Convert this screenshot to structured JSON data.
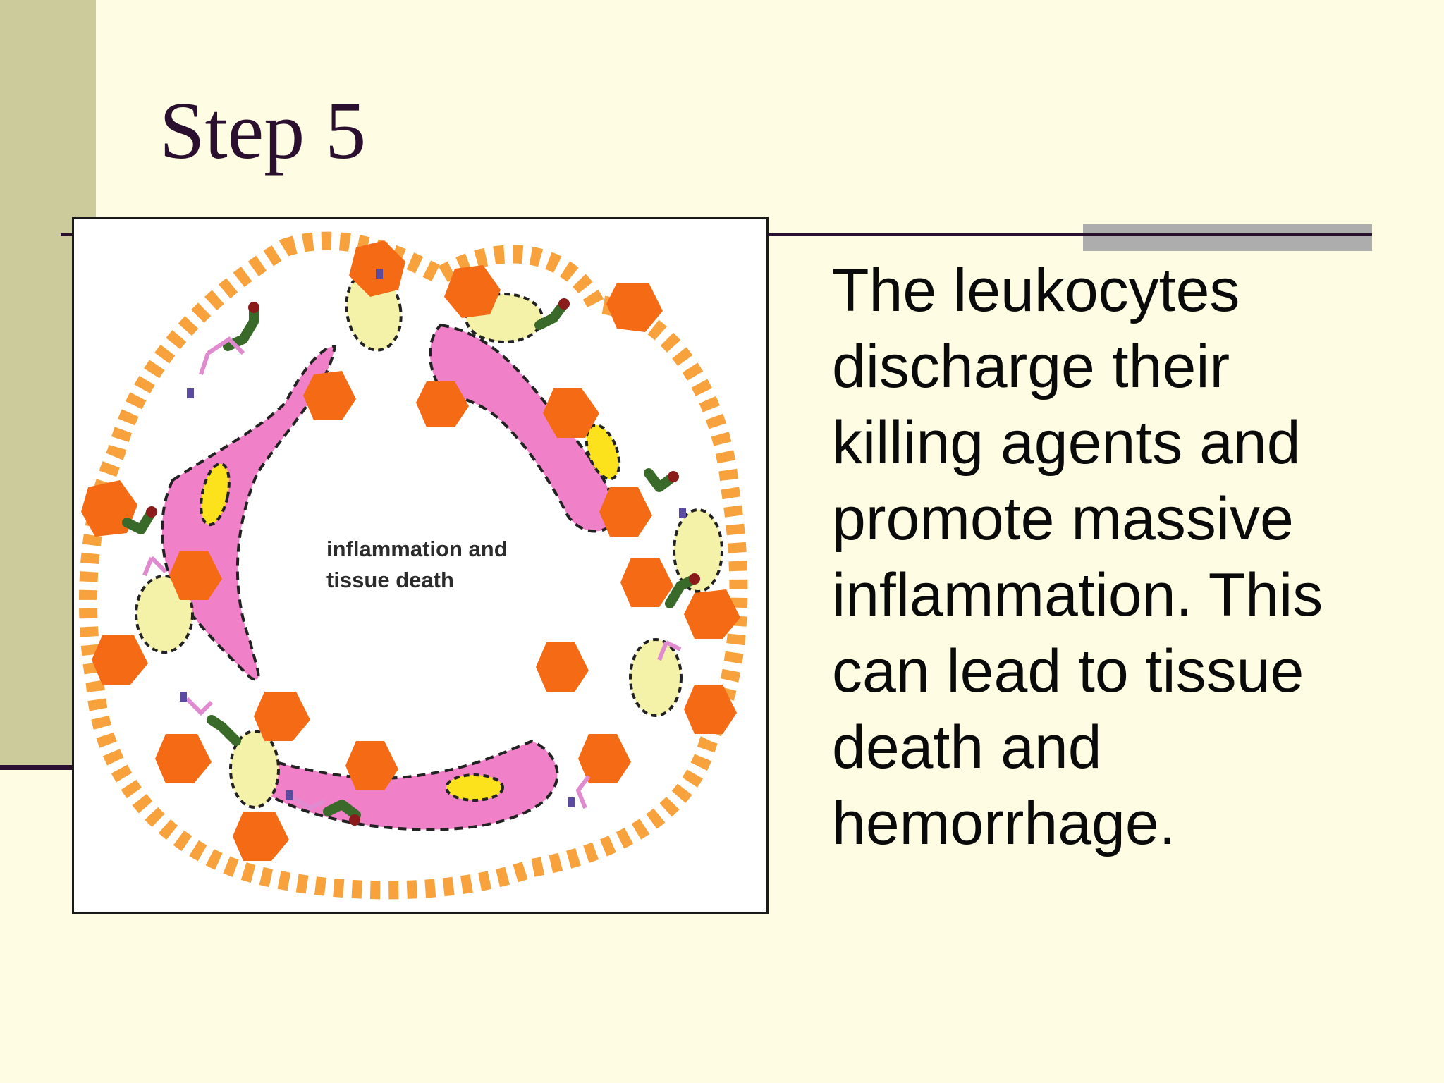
{
  "slide": {
    "title": "Step 5",
    "body_lines": [
      "The leukocytes",
      "discharge their",
      "killing agents and",
      "promote massive",
      "inflammation. This",
      "can lead to tissue",
      "death and",
      "hemorrhage."
    ]
  },
  "figure": {
    "label_lines": [
      "inflammation and",
      "tissue death"
    ]
  },
  "colors": {
    "background": "#fefde3",
    "sidebar": "#cbcb9c",
    "title": "#2b0f2e",
    "rule": "#2b0f2e",
    "rule_accent": "#adadad",
    "cell_pink": "#f080c8",
    "leukocyte_orange": "#f56a14",
    "vessel_dash": "#f7a23c",
    "nucleus_yellow": "#fbe21c",
    "bacterium_cream": "#f4f1a8",
    "antibody_green": "#3a6a2a"
  }
}
